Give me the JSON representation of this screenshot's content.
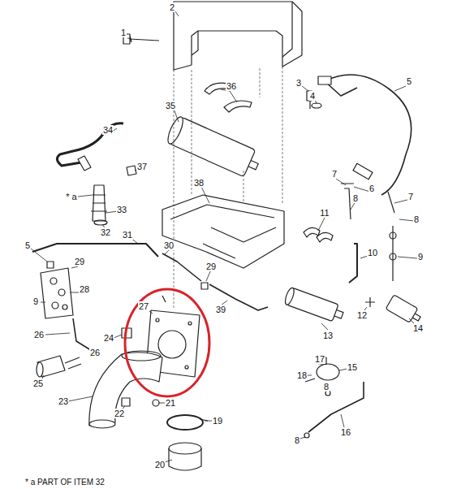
{
  "diagram": {
    "labels": [
      "1",
      "2",
      "36",
      "3",
      "4",
      "5",
      "35",
      "34",
      "37",
      "38",
      "* a",
      "33",
      "32",
      "31",
      "11",
      "7",
      "6",
      "7",
      "8",
      "8",
      "5",
      "29",
      "30",
      "10",
      "9",
      "28",
      "9",
      "29",
      "39",
      "27",
      "12",
      "14",
      "13",
      "26",
      "24",
      "26",
      "17",
      "18",
      "15",
      "8",
      "25",
      "23",
      "21",
      "22",
      "19",
      "16",
      "8",
      "20",
      "* a PART OF ITEM 32"
    ]
  }
}
